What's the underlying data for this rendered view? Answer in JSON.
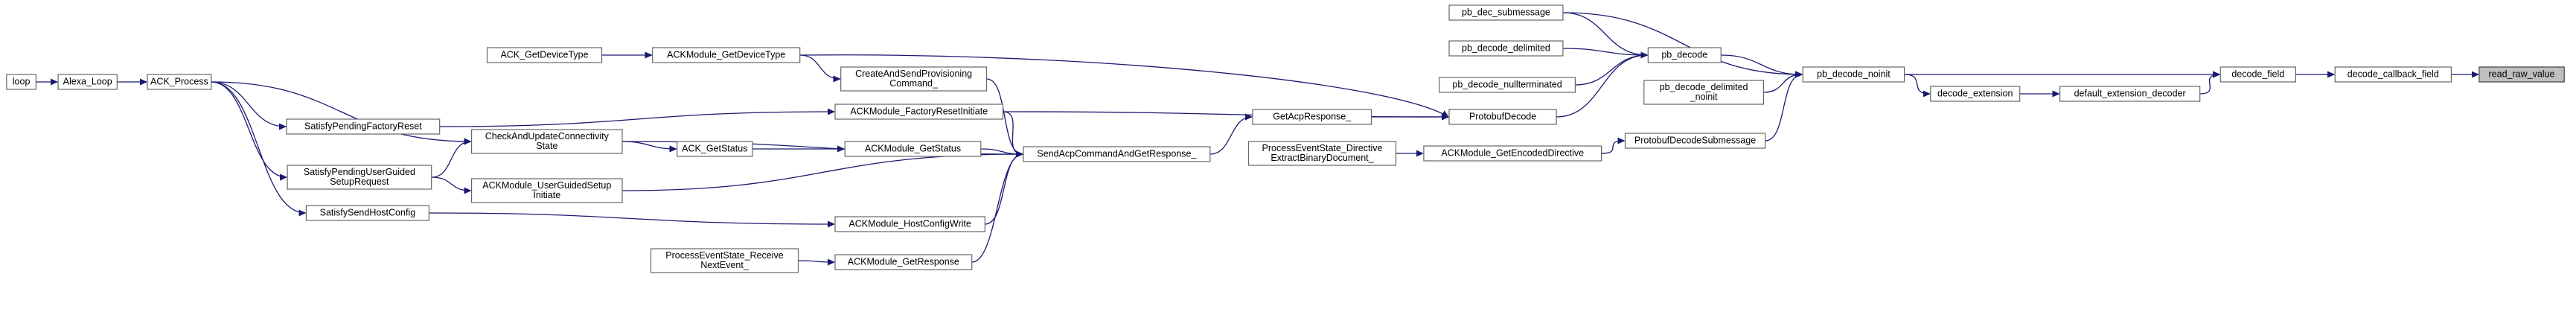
{
  "nodes": [
    {
      "id": "loop",
      "lines": [
        "loop"
      ]
    },
    {
      "id": "alexa_loop",
      "lines": [
        "Alexa_Loop"
      ]
    },
    {
      "id": "ack_process",
      "lines": [
        "ACK_Process"
      ]
    },
    {
      "id": "satisfy_factory_reset",
      "lines": [
        "SatisfyPendingFactoryReset"
      ]
    },
    {
      "id": "satisfy_guided_setup",
      "lines": [
        "SatisfyPendingUserGuided",
        "SetupRequest"
      ]
    },
    {
      "id": "satisfy_host_config",
      "lines": [
        "SatisfySendHostConfig"
      ]
    },
    {
      "id": "check_update_connectivity",
      "lines": [
        "CheckAndUpdateConnectivity",
        "State"
      ]
    },
    {
      "id": "ackmodule_user_guided",
      "lines": [
        "ACKModule_UserGuidedSetup",
        "Initiate"
      ]
    },
    {
      "id": "ack_get_status",
      "lines": [
        "ACK_GetStatus"
      ]
    },
    {
      "id": "ack_get_device_type",
      "lines": [
        "ACK_GetDeviceType"
      ]
    },
    {
      "id": "ackmodule_get_device_type",
      "lines": [
        "ACKModule_GetDeviceType"
      ]
    },
    {
      "id": "create_and_send_provisioning",
      "lines": [
        "CreateAndSendProvisioning",
        "Command_"
      ]
    },
    {
      "id": "ackmodule_factory_reset",
      "lines": [
        "ACKModule_FactoryResetInitiate"
      ]
    },
    {
      "id": "ackmodule_get_status",
      "lines": [
        "ACKModule_GetStatus"
      ]
    },
    {
      "id": "ackmodule_host_config",
      "lines": [
        "ACKModule_HostConfigWrite"
      ]
    },
    {
      "id": "process_event_receive",
      "lines": [
        "ProcessEventState_Receive",
        "NextEvent_"
      ]
    },
    {
      "id": "ackmodule_get_response",
      "lines": [
        "ACKModule_GetResponse"
      ]
    },
    {
      "id": "send_acp_command",
      "lines": [
        "SendAcpCommandAndGetResponse_"
      ]
    },
    {
      "id": "get_acp_response",
      "lines": [
        "GetAcpResponse_"
      ]
    },
    {
      "id": "process_event_directive",
      "lines": [
        "ProcessEventState_Directive",
        "ExtractBinaryDocument_"
      ]
    },
    {
      "id": "ackmodule_get_encoded",
      "lines": [
        "ACKModule_GetEncodedDirective"
      ]
    },
    {
      "id": "protobuf_decode",
      "lines": [
        "ProtobufDecode"
      ]
    },
    {
      "id": "protobuf_decode_sub",
      "lines": [
        "ProtobufDecodeSubmessage"
      ]
    },
    {
      "id": "pb_dec_submessage",
      "lines": [
        "pb_dec_submessage"
      ]
    },
    {
      "id": "pb_decode_delimited",
      "lines": [
        "pb_decode_delimited"
      ]
    },
    {
      "id": "pb_decode_nullterminated",
      "lines": [
        "pb_decode_nullterminated"
      ]
    },
    {
      "id": "pb_decode_delimited_noinit",
      "lines": [
        "pb_decode_delimited",
        "_noinit"
      ]
    },
    {
      "id": "pb_decode",
      "lines": [
        "pb_decode"
      ]
    },
    {
      "id": "pb_decode_noinit",
      "lines": [
        "pb_decode_noinit"
      ]
    },
    {
      "id": "decode_extension",
      "lines": [
        "decode_extension"
      ]
    },
    {
      "id": "default_extension_decoder",
      "lines": [
        "default_extension_decoder"
      ]
    },
    {
      "id": "decode_field",
      "lines": [
        "decode_field"
      ]
    },
    {
      "id": "decode_callback_field",
      "lines": [
        "decode_callback_field"
      ]
    },
    {
      "id": "read_raw_value",
      "lines": [
        "read_raw_value"
      ],
      "current": true
    }
  ],
  "edges": [
    [
      "loop",
      "alexa_loop"
    ],
    [
      "alexa_loop",
      "ack_process"
    ],
    [
      "ack_process",
      "satisfy_factory_reset"
    ],
    [
      "ack_process",
      "check_update_connectivity"
    ],
    [
      "ack_process",
      "satisfy_guided_setup"
    ],
    [
      "ack_process",
      "satisfy_host_config"
    ],
    [
      "satisfy_factory_reset",
      "ackmodule_factory_reset"
    ],
    [
      "satisfy_guided_setup",
      "check_update_connectivity"
    ],
    [
      "satisfy_guided_setup",
      "ackmodule_user_guided"
    ],
    [
      "satisfy_host_config",
      "ackmodule_host_config"
    ],
    [
      "check_update_connectivity",
      "ack_get_status"
    ],
    [
      "check_update_connectivity",
      "send_acp_command"
    ],
    [
      "ack_get_status",
      "ackmodule_get_status"
    ],
    [
      "ack_get_device_type",
      "ackmodule_get_device_type"
    ],
    [
      "ackmodule_get_device_type",
      "create_and_send_provisioning"
    ],
    [
      "ackmodule_get_device_type",
      "protobuf_decode"
    ],
    [
      "create_and_send_provisioning",
      "send_acp_command"
    ],
    [
      "ackmodule_factory_reset",
      "send_acp_command"
    ],
    [
      "ackmodule_factory_reset",
      "protobuf_decode"
    ],
    [
      "ackmodule_get_status",
      "send_acp_command"
    ],
    [
      "ackmodule_user_guided",
      "send_acp_command"
    ],
    [
      "ackmodule_host_config",
      "send_acp_command"
    ],
    [
      "ackmodule_get_response",
      "send_acp_command"
    ],
    [
      "process_event_receive",
      "ackmodule_get_response"
    ],
    [
      "send_acp_command",
      "get_acp_response"
    ],
    [
      "get_acp_response",
      "protobuf_decode"
    ],
    [
      "process_event_directive",
      "ackmodule_get_encoded"
    ],
    [
      "ackmodule_get_encoded",
      "protobuf_decode_sub"
    ],
    [
      "protobuf_decode",
      "pb_decode"
    ],
    [
      "protobuf_decode_sub",
      "pb_decode_noinit"
    ],
    [
      "pb_dec_submessage",
      "pb_decode"
    ],
    [
      "pb_dec_submessage",
      "pb_decode_noinit"
    ],
    [
      "pb_decode_delimited",
      "pb_decode"
    ],
    [
      "pb_decode_nullterminated",
      "pb_decode"
    ],
    [
      "pb_decode",
      "pb_decode_noinit"
    ],
    [
      "pb_decode_delimited_noinit",
      "pb_decode_noinit"
    ],
    [
      "pb_decode_noinit",
      "decode_field"
    ],
    [
      "pb_decode_noinit",
      "decode_extension"
    ],
    [
      "decode_extension",
      "default_extension_decoder"
    ],
    [
      "default_extension_decoder",
      "decode_field"
    ],
    [
      "decode_field",
      "decode_callback_field"
    ],
    [
      "decode_callback_field",
      "read_raw_value"
    ]
  ],
  "colors": {
    "edge": "#191970",
    "node_border": "#666666",
    "current_fill": "#bfbfbf"
  }
}
